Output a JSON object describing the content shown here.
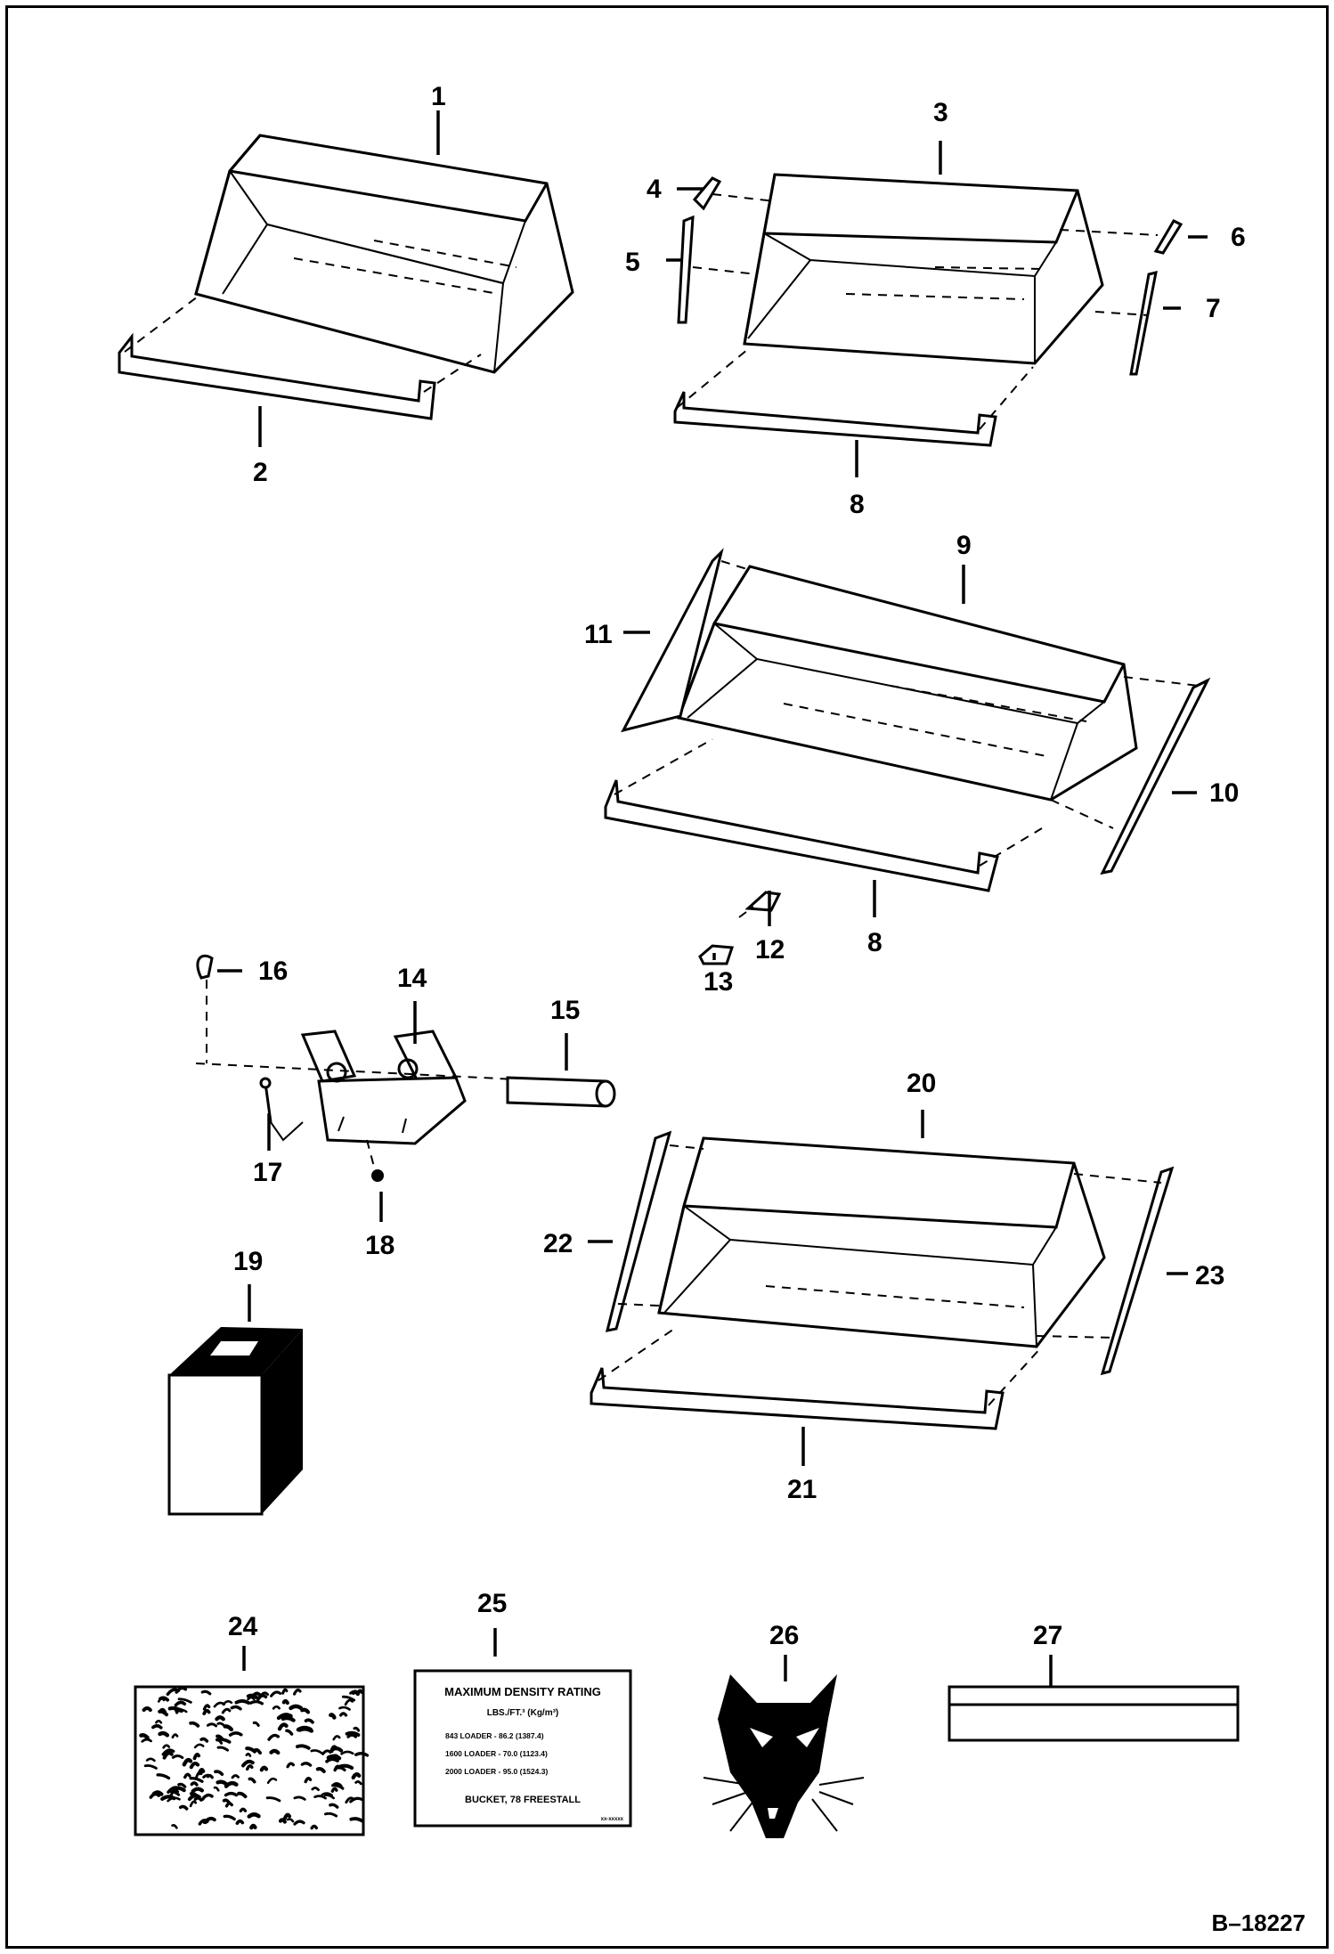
{
  "diagram": {
    "reference": "B–18227",
    "callouts": [
      "1",
      "2",
      "3",
      "4",
      "5",
      "6",
      "7",
      "8",
      "9",
      "10",
      "11",
      "8",
      "12",
      "13",
      "14",
      "15",
      "16",
      "17",
      "18",
      "19",
      "20",
      "21",
      "22",
      "23",
      "24",
      "25",
      "26",
      "27"
    ],
    "decal_25": {
      "title": "MAXIMUM DENSITY RATING",
      "units": "LBS./FT.³ (Kg/m³)",
      "rows": [
        "843 LOADER - 86.2 (1387.4)",
        "1600 LOADER - 70.0 (1123.4)",
        "2000 LOADER - 95.0 (1524.3)"
      ],
      "footer": "BUCKET, 78 FREESTALL",
      "code": "xx-xxxxx"
    }
  }
}
